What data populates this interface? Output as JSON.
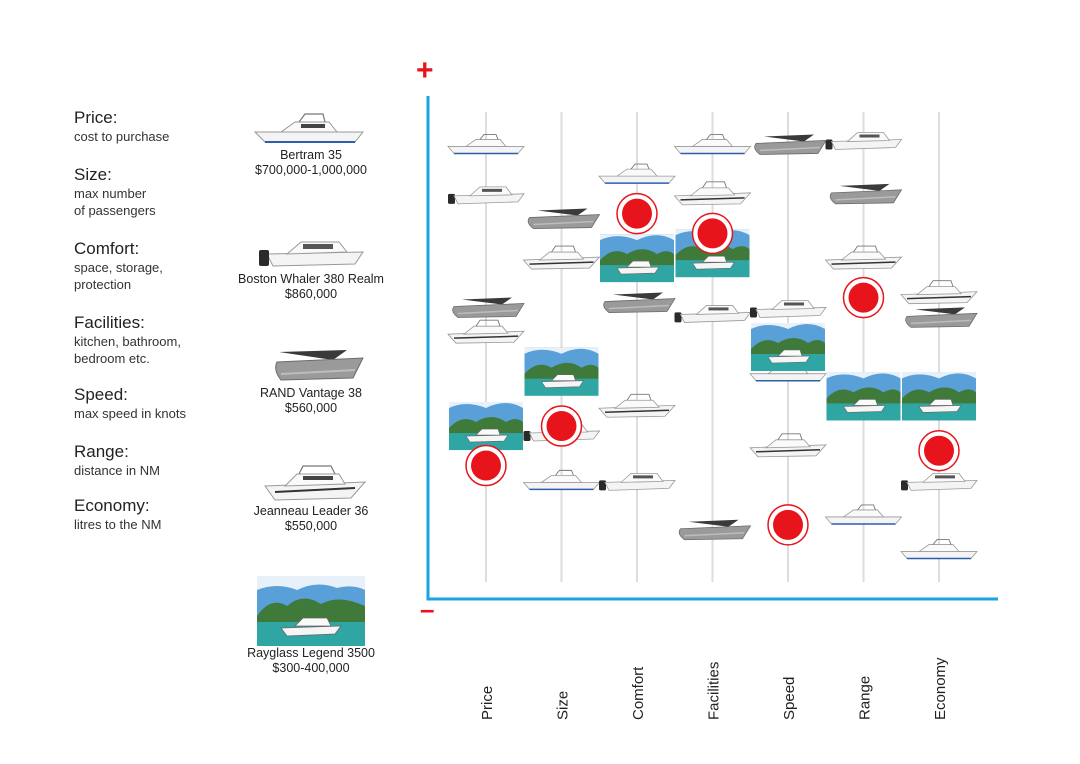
{
  "legend": [
    {
      "title": "Price:",
      "desc": "cost to purchase"
    },
    {
      "title": "Size:",
      "desc": "max number\nof passengers"
    },
    {
      "title": "Comfort:",
      "desc": "space, storage,\nprotection"
    },
    {
      "title": "Facilities:",
      "desc": "kitchen, bathroom,\nbedroom etc."
    },
    {
      "title": "Speed:",
      "desc": "max speed in knots"
    },
    {
      "title": "Range:",
      "desc": "distance in NM"
    },
    {
      "title": "Economy:",
      "desc": "litres to the NM"
    }
  ],
  "boats": [
    {
      "name": "Bertram 35",
      "price": "$700,000-1,000,000",
      "icon": "white-sportfish-boat-icon"
    },
    {
      "name": "Boston Whaler 380 Realm",
      "price": "$860,000",
      "icon": "white-outboard-boat-icon"
    },
    {
      "name": "RAND Vantage 38",
      "price": "$560,000",
      "icon": "grey-dayboat-icon"
    },
    {
      "name": "Jeanneau Leader 36",
      "price": "$550,000",
      "icon": "white-flybridge-boat-icon"
    },
    {
      "name": "Rayglass Legend 3500",
      "price": "$300-400,000",
      "icon": "boat-photo-icon"
    }
  ],
  "axis": {
    "plus": "+",
    "minus": "–"
  },
  "colors": {
    "axis": "#1ba3e3",
    "marker": "#e8141b",
    "guide": "#dddddd"
  },
  "chart_data": {
    "type": "scatter",
    "title": "",
    "xlabel": "",
    "ylabel": "",
    "categories": [
      "Price",
      "Size",
      "Comfort",
      "Facilities",
      "Speed",
      "Range",
      "Economy"
    ],
    "ylim": [
      0,
      10
    ],
    "series": [
      {
        "name": "Bertram 35",
        "values": [
          9.1,
          2.3,
          8.5,
          9.1,
          4.5,
          1.6,
          0.9
        ]
      },
      {
        "name": "Boston Whaler 380 Realm",
        "values": [
          8.1,
          3.3,
          2.3,
          5.7,
          5.8,
          9.2,
          2.3
        ]
      },
      {
        "name": "RAND Vantage 38",
        "values": [
          5.8,
          7.6,
          5.9,
          1.3,
          9.1,
          8.1,
          5.6
        ]
      },
      {
        "name": "Jeanneau Leader 36",
        "values": [
          5.3,
          6.8,
          3.8,
          8.1,
          3.0,
          6.8,
          6.1
        ]
      },
      {
        "name": "Rayglass Legend 3500",
        "values": [
          3.4,
          4.5,
          6.8,
          6.9,
          5.0,
          4.0,
          4.0
        ]
      },
      {
        "name": "Marker",
        "values": [
          2.6,
          3.4,
          7.7,
          7.3,
          1.4,
          6.0,
          2.9
        ]
      }
    ]
  }
}
